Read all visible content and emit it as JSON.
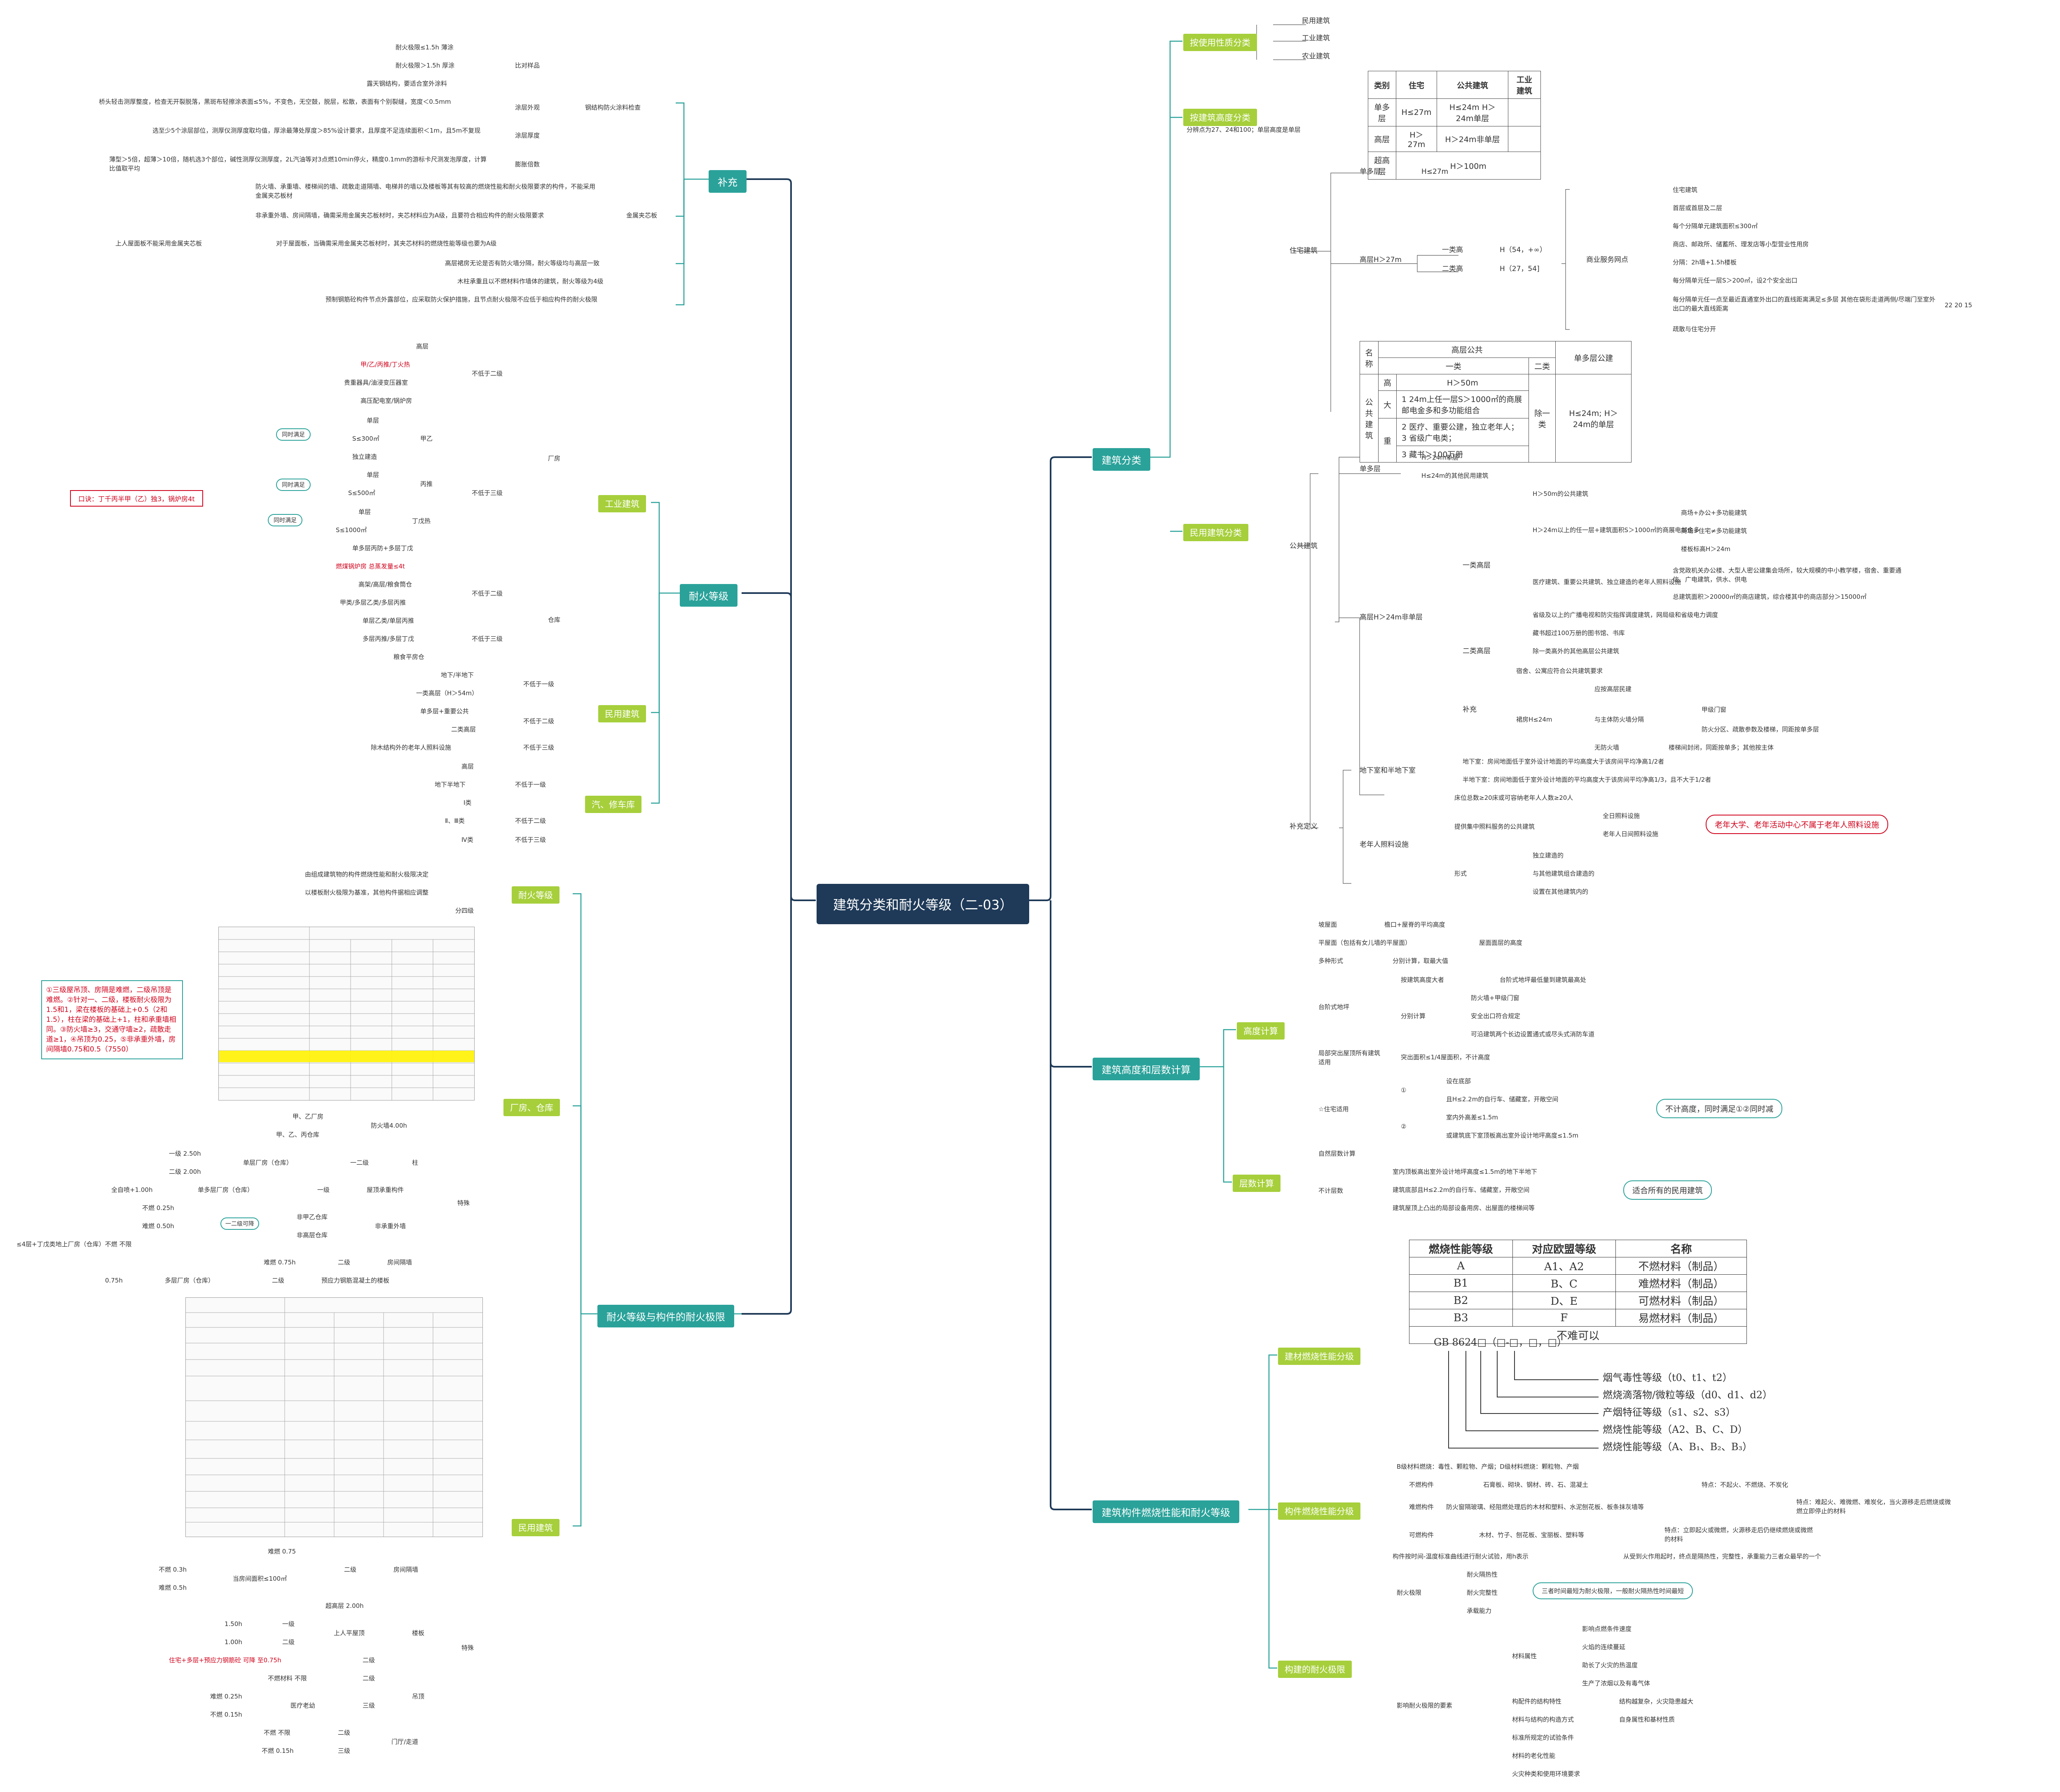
{
  "center": "建筑分类和耐火等级（二-03）",
  "right": {
    "classification": {
      "label": "建筑分类",
      "by_use": {
        "label": "按使用性质分类",
        "items": [
          "民用建筑",
          "工业建筑",
          "农业建筑"
        ]
      },
      "by_height": {
        "label": "按建筑高度分类",
        "note": "分辨点为27、24和100；单层高度是单层",
        "table": {
          "headers": [
            "类别",
            "住宅",
            "公共建筑",
            "工业建筑"
          ],
          "rows": [
            [
              "单多层",
              "H≤27m",
              "H≤24m H＞24m单层",
              ""
            ],
            [
              "高层",
              "H＞27m",
              "H＞24m非单层",
              ""
            ],
            [
              "超高层",
              "H＞100m",
              "",
              ""
            ]
          ]
        }
      },
      "civil": {
        "label": "民用建筑分类",
        "residential": {
          "label": "住宅建筑",
          "low": "单多层",
          "low_v": "H≤27m",
          "high": "高层H＞27m",
          "class1": "一类高",
          "class1_v": "H（54，+∞）",
          "class2": "二类高",
          "class2_v": "H（27，54]",
          "mixed": "商业服务网点",
          "mixed_items": [
            "住宅建筑",
            "首层或首层及二层",
            "每个分隔单元建筑面积≤300㎡",
            "商店、邮政所、储蓄所、理发店等小型营业性用房",
            "分隔：2h墙+1.5h楼板",
            "每分隔单元任一层S＞200㎡，设2个安全出口",
            "每分隔单元任一点至最近直通室外出口的直线距离满足≤多层 其他在袋形走道两侧/尽端门至室外出口的最大直线距离",
            "疏散与住宅分开"
          ],
          "mixed_vals": "22 20 15"
        },
        "pub_table": {
          "h1": "名称",
          "h2": "高层公共",
          "h3": "一类",
          "h4": "二类",
          "h5": "单多层公建",
          "c1": "公共建筑",
          "c2": "高",
          "c3": "大",
          "c4": "重",
          "rows": [
            "1 24m上任一层S＞1000㎡的商展邮电金多和多功能组合",
            "2 医疗、重要公建，独立老年人；3 省级广电类；",
            "3 藏书＞100万册"
          ],
          "h50": "H＞50m",
          "cls2": "除一类",
          "single": "H≤24m; H＞24m的单层"
        },
        "public": {
          "label": "公共建筑",
          "single": "单多层",
          "single_items": [
            "H＞24m单层",
            "H≤24m的其他民用建筑"
          ],
          "high": "高层H＞24m非单层",
          "class1": "一类高层",
          "c1_items": [
            "H＞50m的公共建筑",
            "H＞24m以上的任一层+建筑面积S＞1000㎡的商展电邮金多",
            "医疗建筑、重要公共建筑、独立建造的老年人照料设施",
            "省级及以上的广播电视和防灾指挥调度建筑，网局级和省级电力调度",
            "藏书超过100万册的图书馆、书库"
          ],
          "c1_sub": [
            "商场+办公+多功能建筑",
            "商场+住宅≠多功能建筑",
            "楼板标高H＞24m"
          ],
          "c1_sub2": [
            "含党政机关办公楼、大型人密公建集会场所，较大规模的中小教学楼，宿舍、重要通信、广电建筑，供水、供电",
            "总建筑面积＞20000㎡的商店建筑，综合楼其中的商店部分＞15000㎡"
          ],
          "class2": "二类高层",
          "class2_v": "除一类高外的其他高层公共建筑"
        },
        "sup": {
          "label": "补充",
          "dorm": "宿舍、公寓应符合公共建筑要求",
          "h24": "裙房H≤24m",
          "items": [
            "应按高层民建",
            "与主体防火墙分隔",
            "无防火墙"
          ],
          "items2": [
            "甲级门窗",
            "防火分区、疏散参数及楼梯，同距按单多层",
            "楼梯间封闭，同距按单多；其他按主体"
          ]
        },
        "defs": {
          "label": "补充定义",
          "basement": "地下室和半地下室",
          "b_items": [
            "地下室：房间地面低于室外设计地面的平均高度大于该房间平均净高1/2者",
            "半地下室：房间地面低于室外设计地面的平均高度大于该房间平均净高1/3，且不大于1/2者"
          ],
          "elder": "老年人照料设施",
          "e_items": [
            "床位总数≥20床或可容纳老年人人数≥20人",
            "提供集中照料服务的公共建筑",
            "形式"
          ],
          "e_care": [
            "全日照料设施",
            "老年人日间照料设施"
          ],
          "e_form": [
            "独立建造的",
            "与其他建筑组合建造的",
            "设置在其他建筑内的"
          ],
          "callout": "老年大学、老年活动中心不属于老年人照料设施"
        }
      }
    },
    "height": {
      "label": "建筑高度和层数计算",
      "calc": "高度计算",
      "items": [
        "坡屋面",
        "平屋面（包括有女儿墙的平屋面）",
        "多种形式",
        "台阶式地坪",
        "局部突出屋顶所有建筑适用",
        "☆住宅适用"
      ],
      "vals": [
        "檐口+屋脊的平均高度",
        "屋面面层的高度",
        "分别计算，取最大值"
      ],
      "step": [
        "按建筑高度大者",
        "分别计算"
      ],
      "step_v": "台阶式地坪最低量到建筑最高处",
      "step_items": [
        "防火墙+甲级门窗",
        "安全出口符合规定",
        "可沿建筑两个长边设置通式或尽头式消防车道"
      ],
      "prot": "突出面积≤1/4屋面积，不计高度",
      "res1": [
        "设在底部",
        "且H≤2.2m的自行车、储藏室，开敞空间"
      ],
      "res2": [
        "室内外高差≤1.5m",
        "或建筑底下室顶板高出室外设计地坪高度≤1.5m"
      ],
      "res_call": "不计高度，同时满足①②同时减",
      "floors": "层数计算",
      "f_items": [
        "自然层数计算",
        "不计层数"
      ],
      "f_sub": [
        "室内顶板高出室外设计地坪高度≤1.5m的地下半地下",
        "建筑底部且H≤2.2m的自行车、储藏室，开敞空间",
        "建筑屋顶上凸出的局部设备用房、出屋面的楼梯间等"
      ],
      "f_call": "适合所有的民用建筑"
    },
    "combust": {
      "label": "建筑构件燃烧性能和耐火等级",
      "mat": "建材燃烧性能分级",
      "mat_table": {
        "headers": [
          "燃烧性能等级",
          "对应欧盟等级",
          "名称"
        ],
        "rows": [
          [
            "A",
            "A1、A2",
            "不燃材料（制品）"
          ],
          [
            "B1",
            "B、C",
            "难燃材料（制品）"
          ],
          [
            "B2",
            "D、E",
            "可燃材料（制品）"
          ],
          [
            "B3",
            "F",
            "易燃材料（制品）"
          ]
        ],
        "foot": "不难可以"
      },
      "gb": "GB 8624□（□-□，□，□）",
      "gb_items": [
        "烟气毒性等级（t0、t1、t2）",
        "燃烧滴落物/微粒等级（d0、d1、d2）",
        "产烟特征等级（s1、s2、s3）",
        "燃烧性能等级（A2、B、C、D）",
        "燃烧性能等级（A、B₁、B₂、B₃）"
      ],
      "gb_note": "B级材料燃烧：毒性、颗粒物、产烟；D级材料燃烧：颗粒物、产烟",
      "comp": "构件燃烧性能分级",
      "comp_items": [
        "不燃构件",
        "难燃构件",
        "可燃构件"
      ],
      "comp_v": [
        "石膏板、砌块、钢材、砖、石、混凝土",
        "防火窗隔玻璃、经阻燃处理后的木材和塑料、水泥刨花板、板条抹灰墙等",
        "木材、竹子、刨花板、宝丽板、塑料等"
      ],
      "comp_f": [
        "特点：不起火、不燃烧、不炭化",
        "特点：难起火、难微燃、难炭化，当火源移走后燃烧或微燃立即停止的材料",
        "特点：立即起火或微燃，火源移走后仍继续燃烧或微燃的材料"
      ],
      "limit": "构建的耐火极限",
      "lim_def": "构件按时间-温度标准曲线进行耐火试验，用h表示",
      "lim_def2": "从受到火作用起时，终点是隔热性，完整性，承重能力三者众最早的一个",
      "lim": "耐火极限",
      "lim_items": [
        "耐火隔热性",
        "耐火完整性",
        "承载能力"
      ],
      "lim_call": "三者时间最短为耐火极限，一般耐火隔热性时间最短",
      "factor": "影响耐火极限的要素",
      "material": "材料属性",
      "mat_items": [
        "影响点燃条件速度",
        "火焰的连续蔓延",
        "助长了火灾的热温度",
        "生产了浓烟以及有毒气体"
      ],
      "f_items": [
        "构配件的结构特性",
        "材料与结构的构造方式",
        "标准所规定的试验条件",
        "材料的老化性能",
        "火灾种类和使用环境要求"
      ],
      "f_v": [
        "结构越复杂，火灾隐患越大",
        "自身属性和基材性质"
      ]
    }
  },
  "left": {
    "supplement": {
      "label": "补充",
      "steel": "钢结构防火涂料检查",
      "cmp": "比对样品",
      "cmp_items": [
        "耐火极限≤1.5h 薄涂",
        "耐火极限＞1.5h 厚涂",
        "露天钢结构，要适合室外涂料"
      ],
      "coat": "涂层外观",
      "coat_v": "桥头轻击测厚整度，检查无开裂脱落，黑斑布轻擦涂表面≤5%，不变色，无空鼓，脱层，松散，表面有个别裂缝，宽度＜0.5mm",
      "thick": "涂层厚度",
      "thick_v": "选至少5个涂层部位，测厚仪测厚度取均值，厚涂最薄处厚度＞85%设计要求，且厚度不足连续面积＜1m，且5m不复现",
      "exp": "膨胀倍数",
      "exp_v": "薄型＞5倍，超薄＞10倍，随机选3个部位，碱性测厚仪测厚度，2L汽油等对3点燃10min停火，精度0.1mm的游标卡尺测发泡厚度，计算比值取平均",
      "metal": "金属夹芯板",
      "metal_items": [
        "防火墙、承重墙、楼梯间的墙、疏散走道隔墙、电梯井的墙以及楼板等其有较高的燃烧性能和耐火极限要求的构件，不能采用金属夹芯板材",
        "非承重外墙、房间隔墙，确需采用金属夹芯板材时，夹芯材料应为A级，且要符合相应构件的耐火极限要求",
        "对于屋面板，当确需采用金属夹芯板材时，其夹芯材料的燃烧性能等级也要为A级"
      ],
      "metal_left": "上人屋面板不能采用金属夹芯板",
      "misc": [
        "高层裙房无论是否有防火墙分隔，耐火等级均与高层一致",
        "木柱承重且以不燃材料作墙体的建筑，耐火等级为4级",
        "预制钢筋砼构件节点外露部位，应采取防火保护措施，且节点耐火极限不应低于相应构件的耐火极限"
      ]
    },
    "grade": {
      "label": "耐火等级",
      "industrial": "工业建筑",
      "factory": "厂房",
      "warehouse": "仓库",
      "f_items": [
        "高层",
        "甲/乙/丙推/丁火热",
        "贵重器具/油浸变压器室",
        "高压配电室/锅炉房",
        "单层",
        "S≤300㎡",
        "独立建造",
        "单层",
        "S≤500㎡",
        "单层",
        "S≤1000㎡",
        "单多层丙防+多层丁戊",
        "燃煤锅炉房 总蒸发量≤4t"
      ],
      "f_grp": [
        "甲乙",
        "丙推",
        "丁戊热"
      ],
      "both": "同时满足",
      "not2": "不低于二级",
      "not3": "不低于三级",
      "mnemonic": "口诀：丁千丙半甲（乙）独3，锅炉房4t",
      "w_items": [
        "高架/高层/粮食筒仓",
        "甲类/多层乙类/多层丙推",
        "单层乙类/单层丙推",
        "多层丙推/多层丁戊",
        "粮食平房仓"
      ],
      "civil": "民用建筑",
      "c_items": [
        "地下/半地下",
        "一类高层（H＞54m）",
        "单多层+重要公共",
        "二类高层",
        "除木结构外的老年人照料设施"
      ],
      "not1": "不低于一级",
      "garage": "汽、修车库",
      "g_items": [
        "高层",
        "地下半地下",
        "Ⅰ类",
        "Ⅱ、Ⅲ类",
        "Ⅳ类"
      ]
    },
    "limit": {
      "label": "耐火等级与构件的耐火极限",
      "fire": "耐火等级",
      "fire_items": [
        "由组成建筑物的构件燃烧性能和耐火极限决定",
        "以楼板耐火极限为基准，其他构件据相应调整",
        "分四级"
      ],
      "plant": "厂房、仓库",
      "note": "①三级屋吊顶、房隔是难燃，二级吊顶是难燃。②针对一、二级，楼板耐火极限为1.5和1，梁在楼板的基础上+0.5（2和1.5），柱在梁的基础上+1，柱和承重墙相同。③防火墙≥3，交通守墙≥2，疏散走道≥1，④吊顶为0.25，⑤非承重外墙，房间隔墙0.75和0.5（7550）",
      "special": "特殊",
      "sp_items": [
        "甲、乙厂房",
        "甲、乙、丙仓库",
        "一级 2.50h",
        "二级 2.00h",
        "全自喷+1.00h",
        "不燃 0.25h",
        "难燃 0.50h",
        "≤4层+丁戊类地上厂房（仓库）不燃 不限",
        "难燃 0.75h",
        "0.75h"
      ],
      "sp_v": [
        "防火墙4.00h",
        "单层厂房（仓库）",
        "一二级",
        "柱",
        "单多层厂房（仓库）",
        "一级",
        "屋顶承重构件",
        "非甲乙仓库",
        "非高层仓库",
        "一二级可降",
        "非承重外墙",
        "二级",
        "房间隔墙",
        "多层厂房（仓库）",
        "二级",
        "预应力钢筋混凝土的楼板"
      ],
      "civil": "民用建筑",
      "cv_items": [
        "难燃 0.75",
        "不燃 0.3h",
        "难燃 0.5h",
        "当房间面积≤100㎡",
        "二级",
        "房间隔墙",
        "超高层 2.00h",
        "1.50h",
        "一级",
        "1.00h",
        "二级",
        "上人平屋顶",
        "楼板",
        "住宅+多层+预应力钢筋砼 可降 至0.75h",
        "二级",
        "不燃材料 不限",
        "二级",
        "难燃 0.25h",
        "不燃 0.15h",
        "医疗老幼",
        "三级",
        "吊顶",
        "不燃 不限",
        "二级",
        "不燃 0.15h",
        "三级",
        "门厅/走道"
      ]
    }
  }
}
